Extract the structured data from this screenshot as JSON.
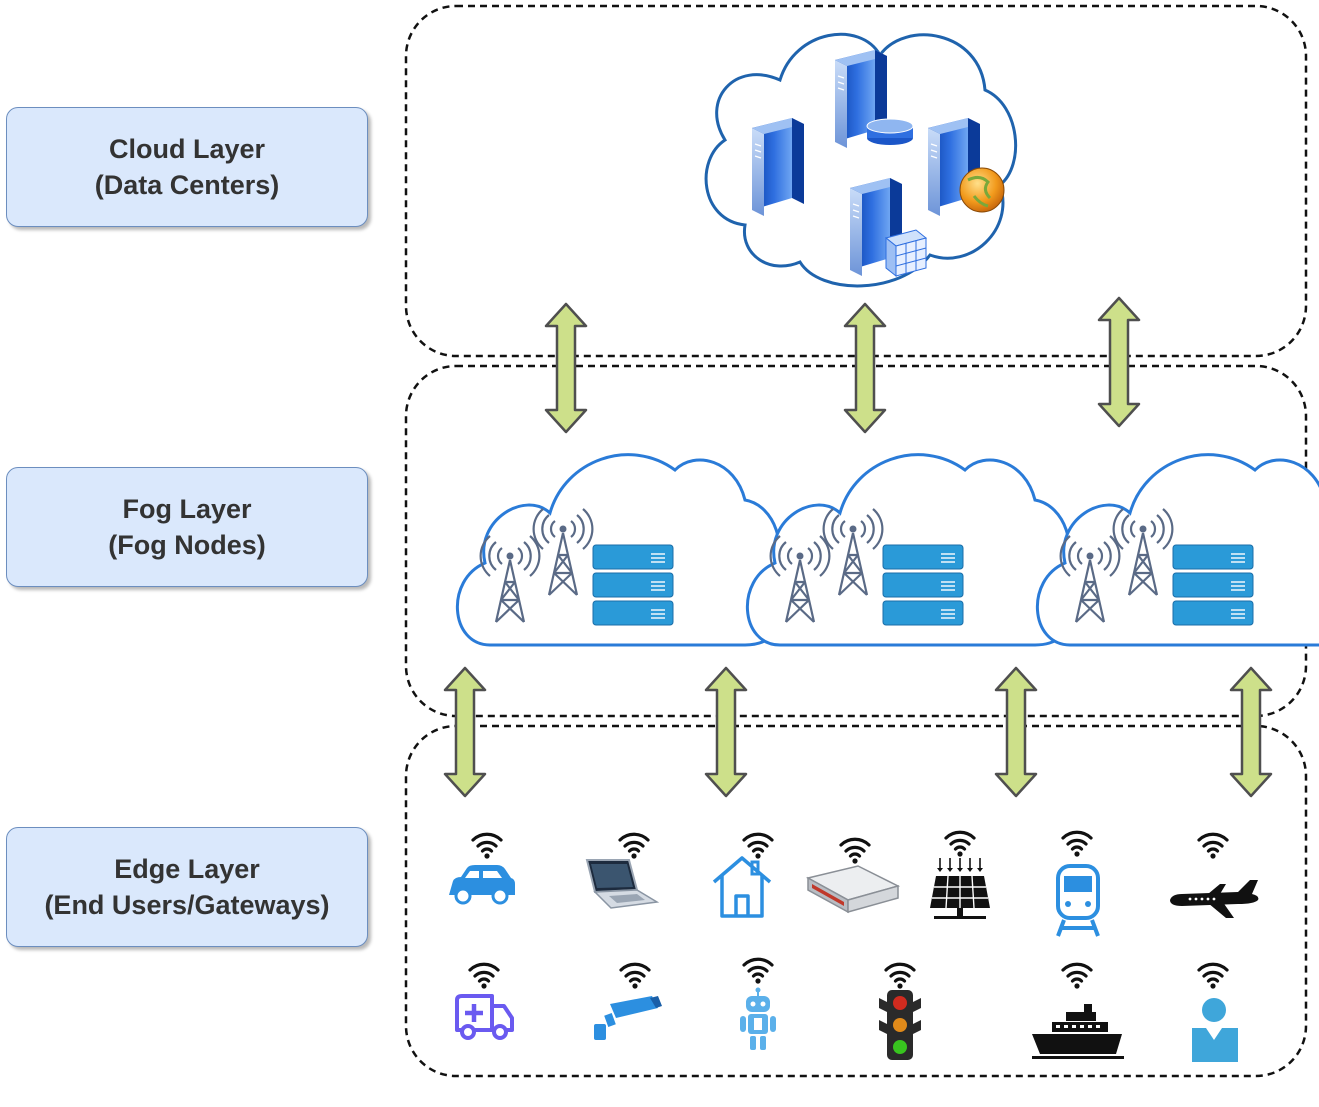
{
  "layers": [
    {
      "id": "cloud",
      "line1": "Cloud Layer",
      "line2": "(Data Centers)"
    },
    {
      "id": "fog",
      "line1": "Fog Layer",
      "line2": "(Fog Nodes)"
    },
    {
      "id": "edge",
      "line1": "Edge Layer",
      "line2": "(End Users/Gateways)"
    }
  ],
  "colors": {
    "label_fill": "#dae8fc",
    "label_border": "#6c8ebf",
    "arrow_fill": "#cde08a",
    "arrow_stroke": "#4f4f4f",
    "cloud_outline": "#2a7bd8",
    "server_blue": "#2a9ad8",
    "edge_icon_blue": "#2c8fe0"
  },
  "cloud_layer": {
    "icons": [
      "server-icon",
      "database-server-icon",
      "web-server-icon",
      "data-warehouse-server-icon"
    ]
  },
  "fog_layer": {
    "node_count": 3,
    "node_icons": [
      "cell-tower-icon",
      "cell-tower-icon",
      "server-rack-icon"
    ]
  },
  "edge_layer": {
    "row1": [
      "car-icon",
      "laptop-icon",
      "house-icon",
      "router-icon",
      "solar-panel-icon",
      "train-icon",
      "airplane-icon"
    ],
    "row2": [
      "ambulance-icon",
      "security-camera-icon",
      "robot-icon",
      "traffic-light-icon",
      "ship-icon",
      "person-icon"
    ],
    "connectivity_icon": "wifi-icon"
  }
}
